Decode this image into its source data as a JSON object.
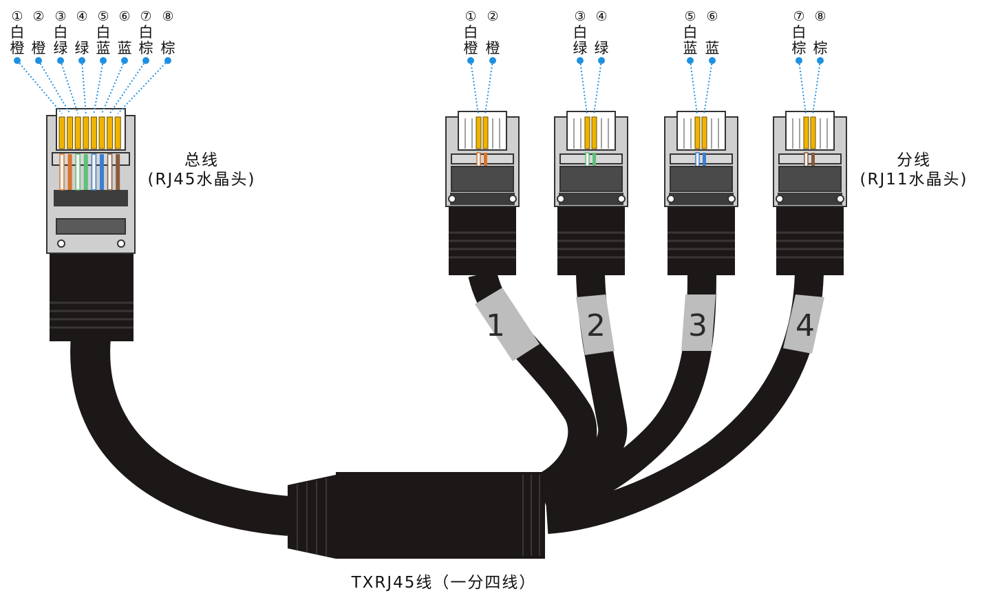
{
  "trunk": {
    "title": "总线",
    "subtitle": "(RJ45水晶头)",
    "pins": [
      {
        "num": "①",
        "name": [
          "白",
          "橙"
        ],
        "color": "#d8742a"
      },
      {
        "num": "②",
        "name": [
          "橙"
        ],
        "color": "#d8742a"
      },
      {
        "num": "③",
        "name": [
          "白",
          "绿"
        ],
        "color": "#5fbf7a"
      },
      {
        "num": "④",
        "name": [
          "绿"
        ],
        "color": "#5fbf7a"
      },
      {
        "num": "⑤",
        "name": [
          "白",
          "蓝"
        ],
        "color": "#3a7fd0"
      },
      {
        "num": "⑥",
        "name": [
          "蓝"
        ],
        "color": "#3a7fd0"
      },
      {
        "num": "⑦",
        "name": [
          "白",
          "棕"
        ],
        "color": "#8a5a3c"
      },
      {
        "num": "⑧",
        "name": [
          "棕"
        ],
        "color": "#8a5a3c"
      }
    ]
  },
  "branch": {
    "title": "分线",
    "subtitle": "(RJ11水晶头)",
    "plugs": [
      {
        "number": "1",
        "color": "#d8742a",
        "pins": [
          {
            "num": "①",
            "name": [
              "白",
              "橙"
            ]
          },
          {
            "num": "②",
            "name": [
              "橙"
            ]
          }
        ]
      },
      {
        "number": "2",
        "color": "#5fbf7a",
        "pins": [
          {
            "num": "③",
            "name": [
              "白",
              "绿"
            ]
          },
          {
            "num": "④",
            "name": [
              "绿"
            ]
          }
        ]
      },
      {
        "number": "3",
        "color": "#3a7fd0",
        "pins": [
          {
            "num": "⑤",
            "name": [
              "白",
              "蓝"
            ]
          },
          {
            "num": "⑥",
            "name": [
              "蓝"
            ]
          }
        ]
      },
      {
        "number": "4",
        "color": "#8a5a3c",
        "pins": [
          {
            "num": "⑦",
            "name": [
              "白",
              "棕"
            ]
          },
          {
            "num": "⑧",
            "name": [
              "棕"
            ]
          }
        ]
      }
    ]
  },
  "caption": "TXRJ45线（一分四线）",
  "colors": {
    "dot": "#1e90e0",
    "cable": "#1c1817",
    "band": "#bdbdbd",
    "housing": "#cfcfcf",
    "contact": "#f0b400"
  }
}
